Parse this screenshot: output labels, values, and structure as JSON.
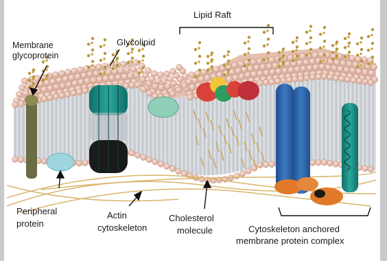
{
  "labels": {
    "lipid_raft": "Lipid Raft",
    "glycolipid": "Glycolipid",
    "membrane_glycoprotein_1": "Membrane",
    "membrane_glycoprotein_2": "glycoprotein",
    "peripheral_protein_1": "Peripheral",
    "peripheral_protein_2": "protein",
    "actin_cytoskeleton_1": "Actin",
    "actin_cytoskeleton_2": "cytoskeleton",
    "cholesterol_molecule_1": "Cholesterol",
    "cholesterol_molecule_2": "molecule",
    "cytoskeleton_anchored_1": "Cytoskeleton anchored",
    "cytoskeleton_anchored_2": "membrane protein complex"
  },
  "colors": {
    "lipid_head": "#e9c2b4",
    "lipid_head_edge": "#b9897a",
    "tail_zone": "#c9ccd0",
    "sugar": "#b8963a",
    "actin": "#d9b46a",
    "protein_teal": "#1f8f86",
    "protein_blue": "#2d5fa0",
    "protein_orange": "#e07a2a",
    "protein_black": "#1a1a1a",
    "peripheral": "#9fd6dd"
  },
  "icons": [
    "arrow-pointer-icon",
    "bracket-icon"
  ]
}
